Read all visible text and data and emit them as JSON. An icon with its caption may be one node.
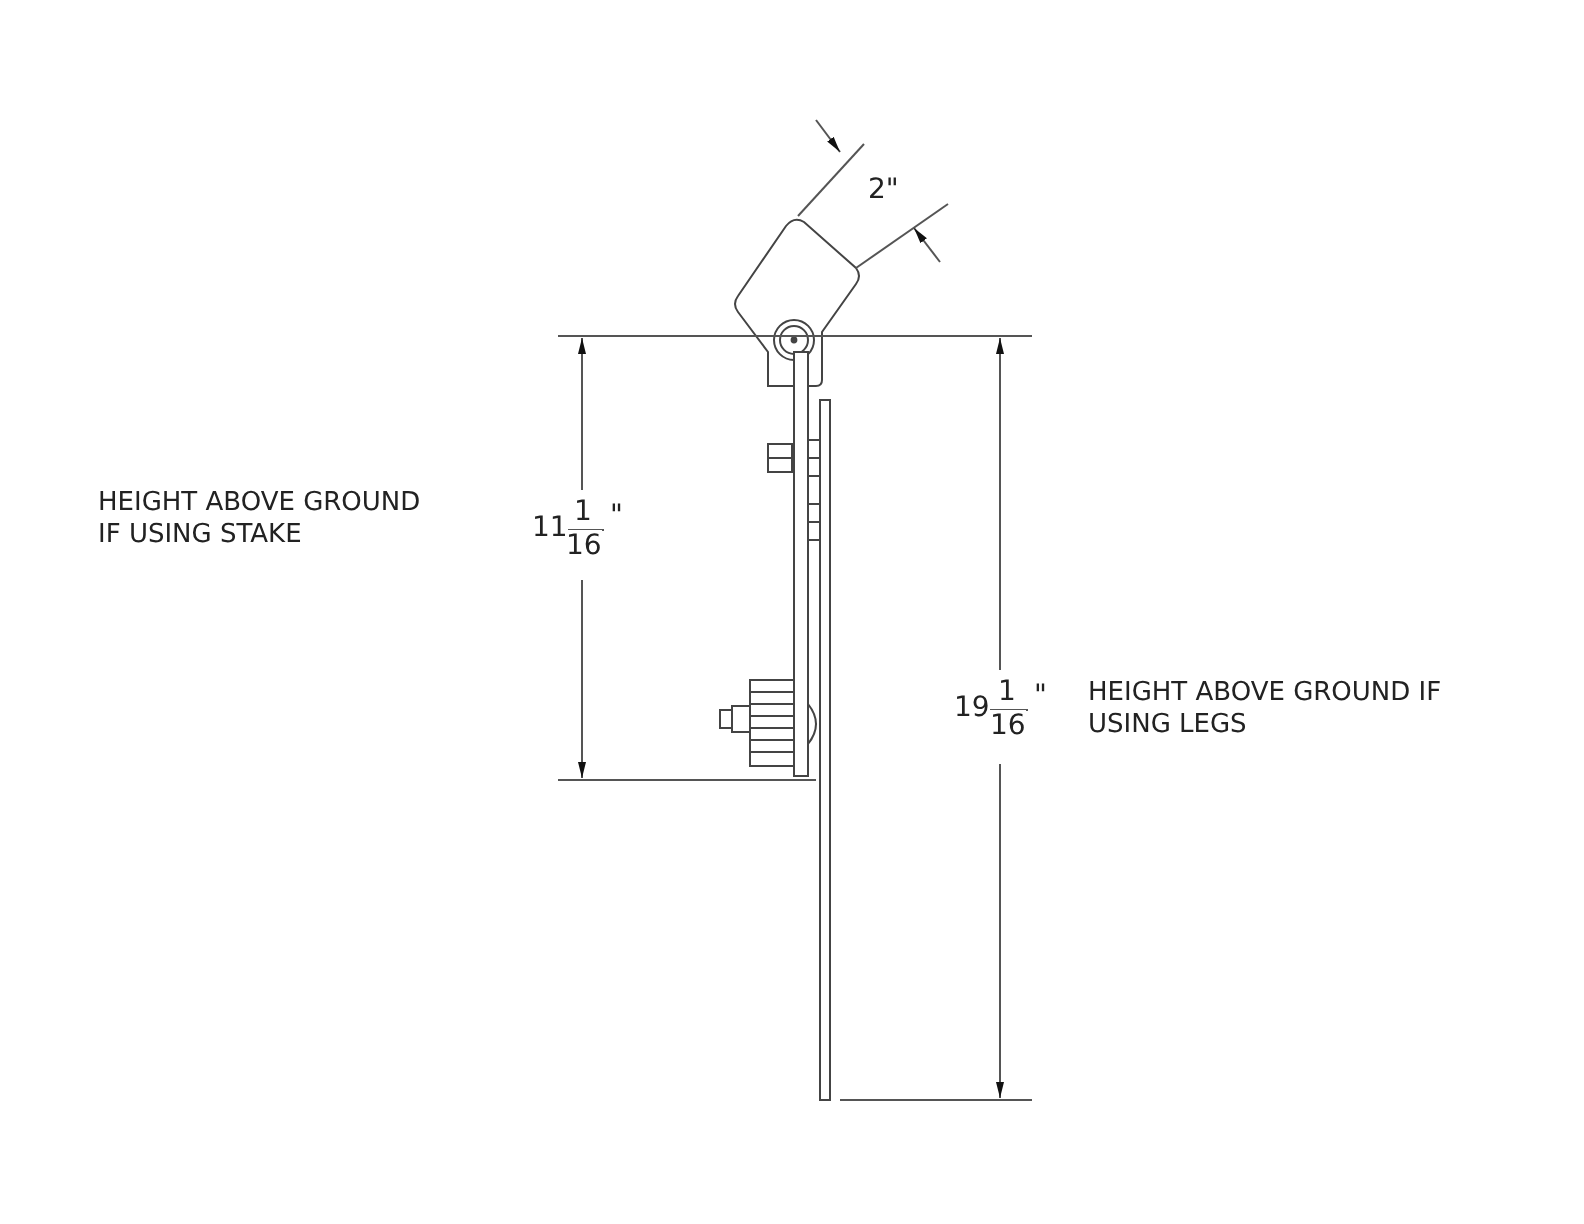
{
  "diagram": {
    "labels": [
      "2\"",
      "HEIGHT ABOVE GROUND IF USING STAKE",
      "11",
      "1",
      "16",
      "\"",
      "19",
      "1",
      "16",
      "\"",
      "HEIGHT ABOVE GROUND IF USING LEGS"
    ]
  }
}
